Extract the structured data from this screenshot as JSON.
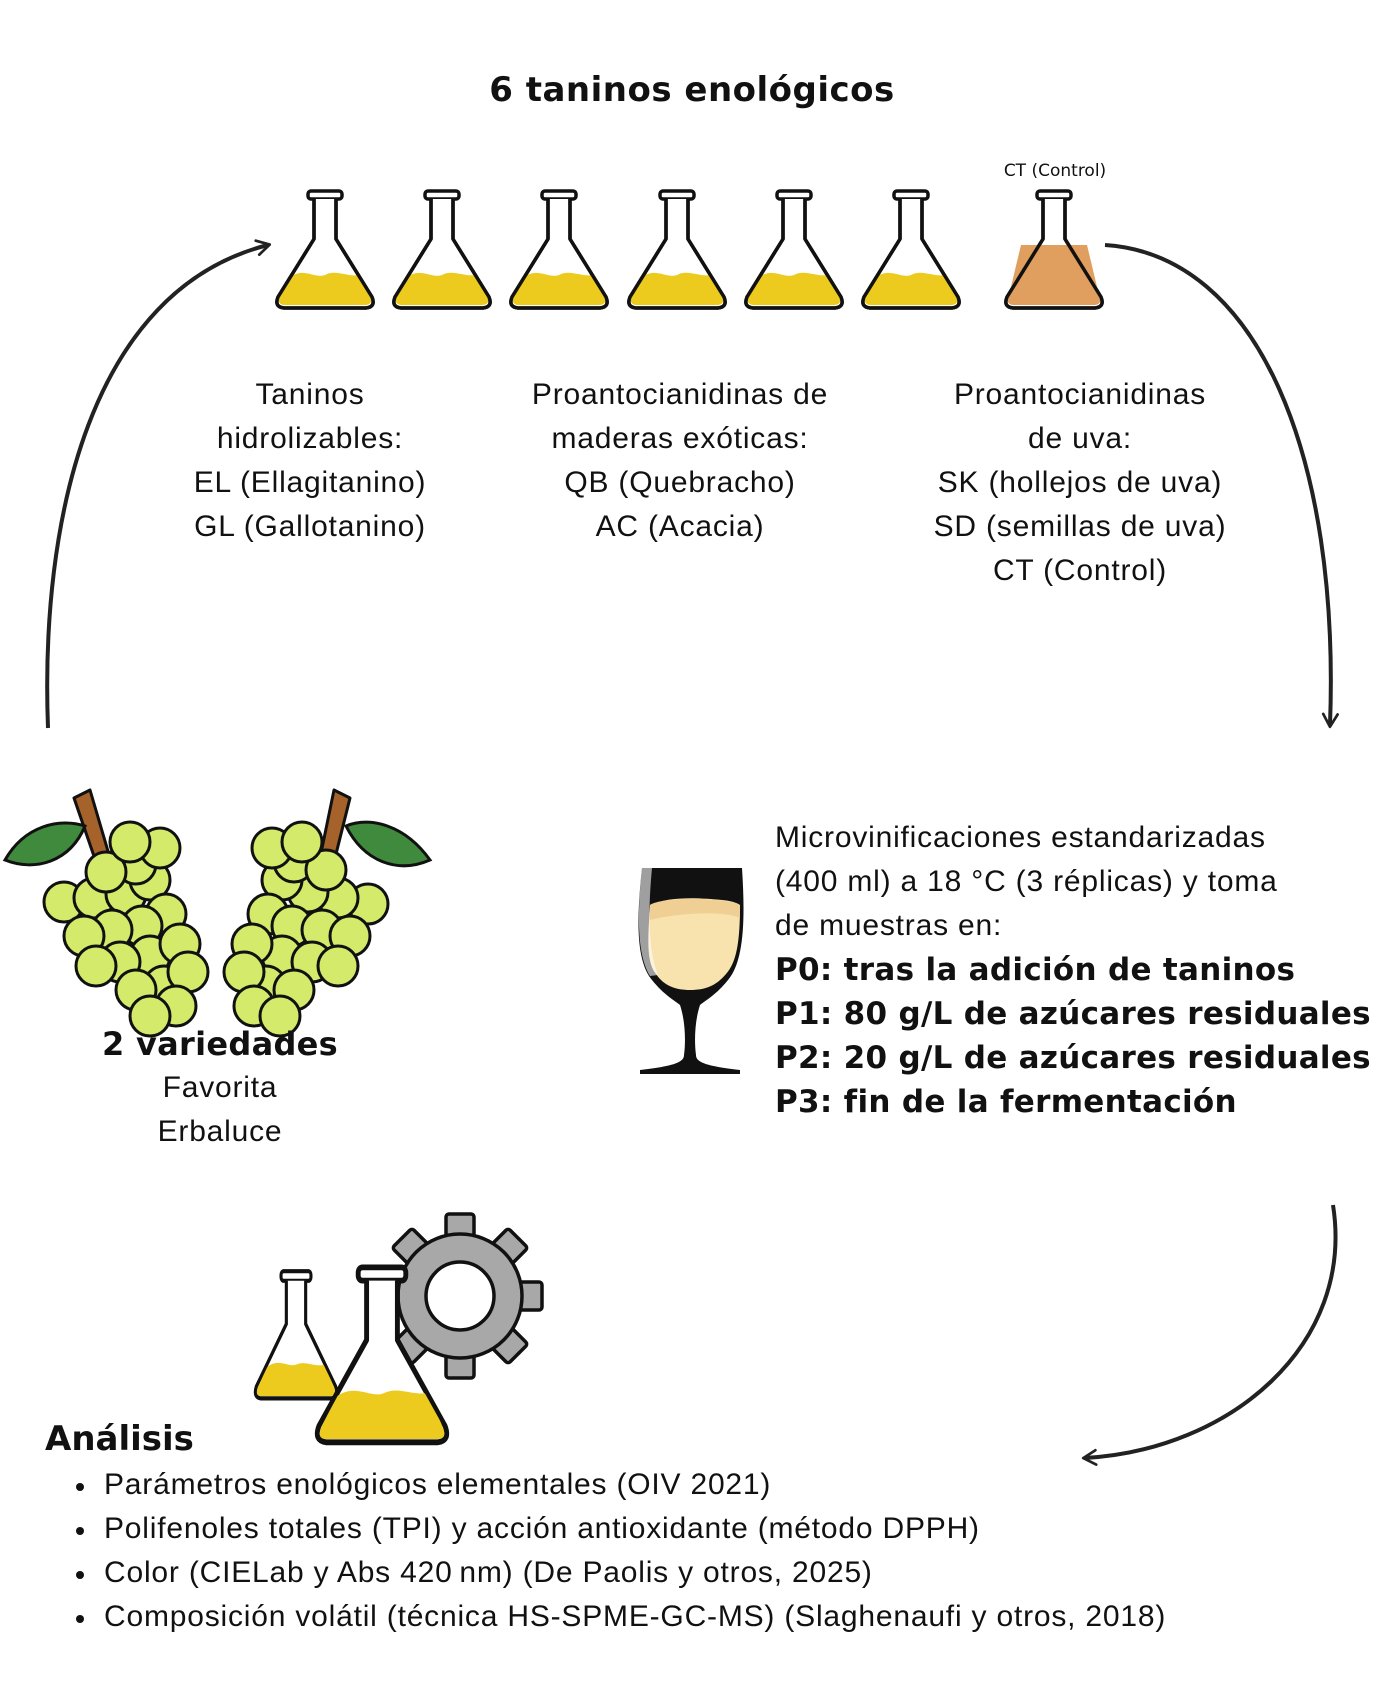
{
  "title": "6 taninos enológicos",
  "ct_flask_label": "CT (Control)",
  "groups": [
    {
      "lines": [
        "Taninos",
        "hidrolizables:",
        "EL (Ellagitanino)",
        "GL (Gallotanino)"
      ]
    },
    {
      "lines": [
        "Proantocianidinas de",
        "maderas exóticas:",
        "QB (Quebracho)",
        "AC (Acacia)"
      ]
    },
    {
      "lines": [
        "Proantocianidinas",
        "de uva:",
        "SK (hollejos de uva)",
        "SD (semillas de uva)",
        "CT (Control)"
      ]
    }
  ],
  "microvinification": {
    "intro": [
      "Microvinificaciones estandarizadas",
      "(400 ml) a 18 °C (3 réplicas) y toma",
      "de muestras en:"
    ],
    "points": [
      "P0: tras la adición de taninos",
      "P1: 80 g/L de azúcares residuales",
      "P2: 20 g/L de azúcares residuales",
      "P3: fin de la fermentación"
    ]
  },
  "varieties": {
    "heading": "2 variedades",
    "names": [
      "Favorita",
      "Erbaluce"
    ]
  },
  "analysis": {
    "heading": "Análisis",
    "items": [
      "Parámetros enológicos elementales (OIV 2021)",
      "Polifenoles totales (TPI) y acción antioxidante (método DPPH)",
      "Color (CIELab y Abs 420 nm) (De Paolis y otros, 2025)",
      "Composición volátil (técnica HS-SPME-GC-MS) (Slaghenaufi y otros, 2018)"
    ]
  },
  "colors": {
    "tannin_liquid": "#EDCB1E",
    "control_liquid": "#E09E5F",
    "grape": "#D4EA6A",
    "leaf": "#3F8A3C",
    "stem": "#A5622A",
    "gear": "#A8A8A8",
    "wine_liquid": "#F8E2AE",
    "glass_stem": "#111111"
  },
  "icons": [
    "tannin-flask-icon",
    "control-flask-icon",
    "grape-bunch-icon",
    "wine-glass-icon",
    "lab-flasks-icon",
    "gear-icon",
    "arrow-icon"
  ]
}
